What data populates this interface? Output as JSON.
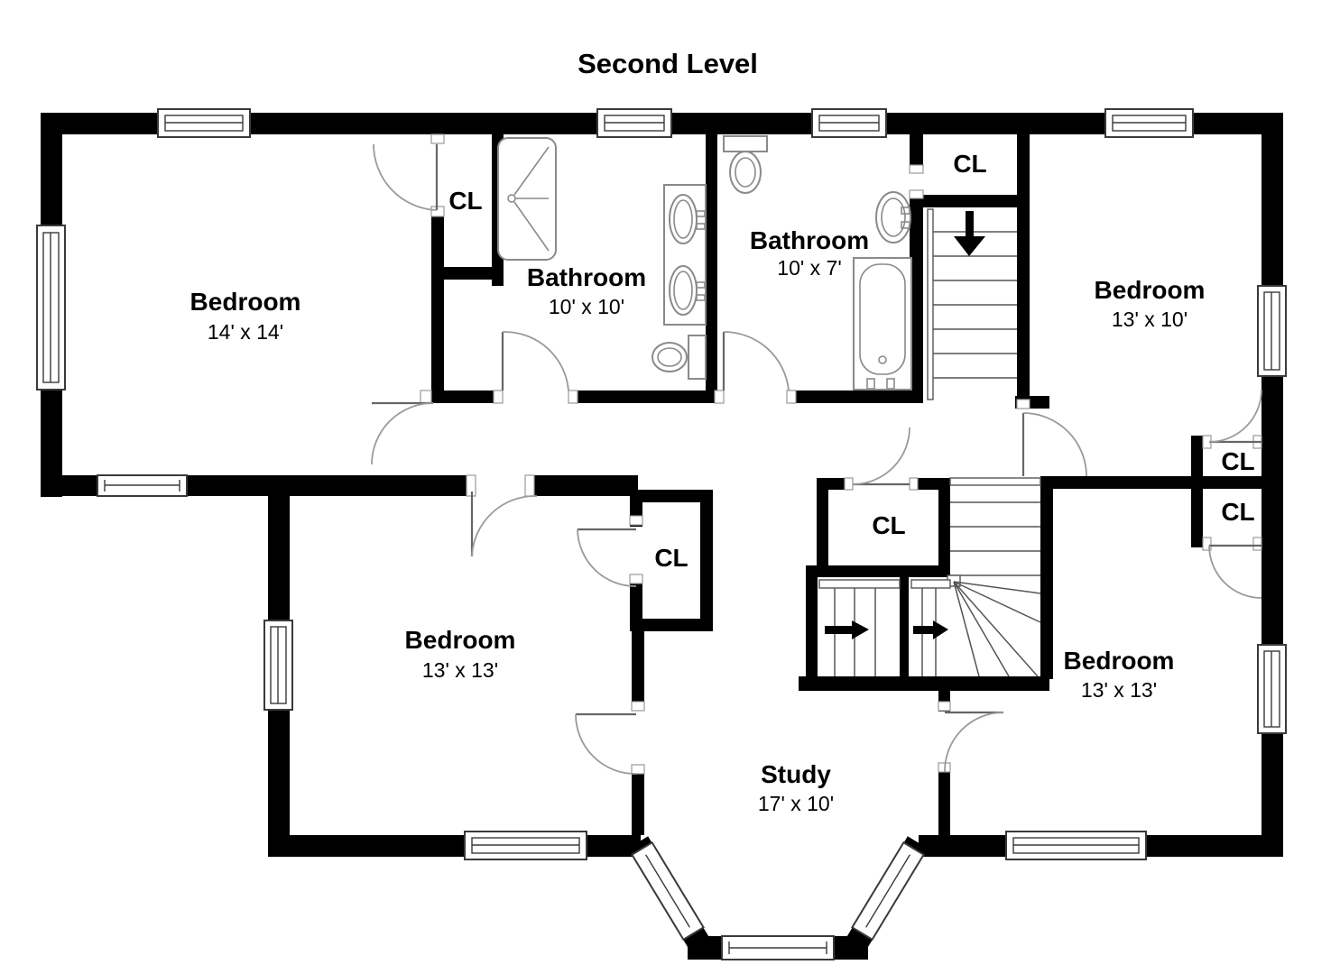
{
  "title": "Second Level",
  "rooms": {
    "bedroom1": {
      "name": "Bedroom",
      "dims": "14' x 14'"
    },
    "bathroom1": {
      "name": "Bathroom",
      "dims": "10' x 10'"
    },
    "bathroom2": {
      "name": "Bathroom",
      "dims": "10' x 7'"
    },
    "bedroom2": {
      "name": "Bedroom",
      "dims": "13' x 10'"
    },
    "bedroom3": {
      "name": "Bedroom",
      "dims": "13' x 13'"
    },
    "bedroom4": {
      "name": "Bedroom",
      "dims": "13' x 13'"
    },
    "study": {
      "name": "Study",
      "dims": "17' x 10'"
    }
  },
  "closets": {
    "cl_bedroom1": "CL",
    "cl_stairs_top": "CL",
    "cl_hall": "CL",
    "cl_bedroom3": "CL",
    "cl_bedroom2": "CL",
    "cl_bedroom4": "CL"
  },
  "colors": {
    "wall": "#000000",
    "background": "#ffffff",
    "thin_line": "#9a9a9a"
  }
}
